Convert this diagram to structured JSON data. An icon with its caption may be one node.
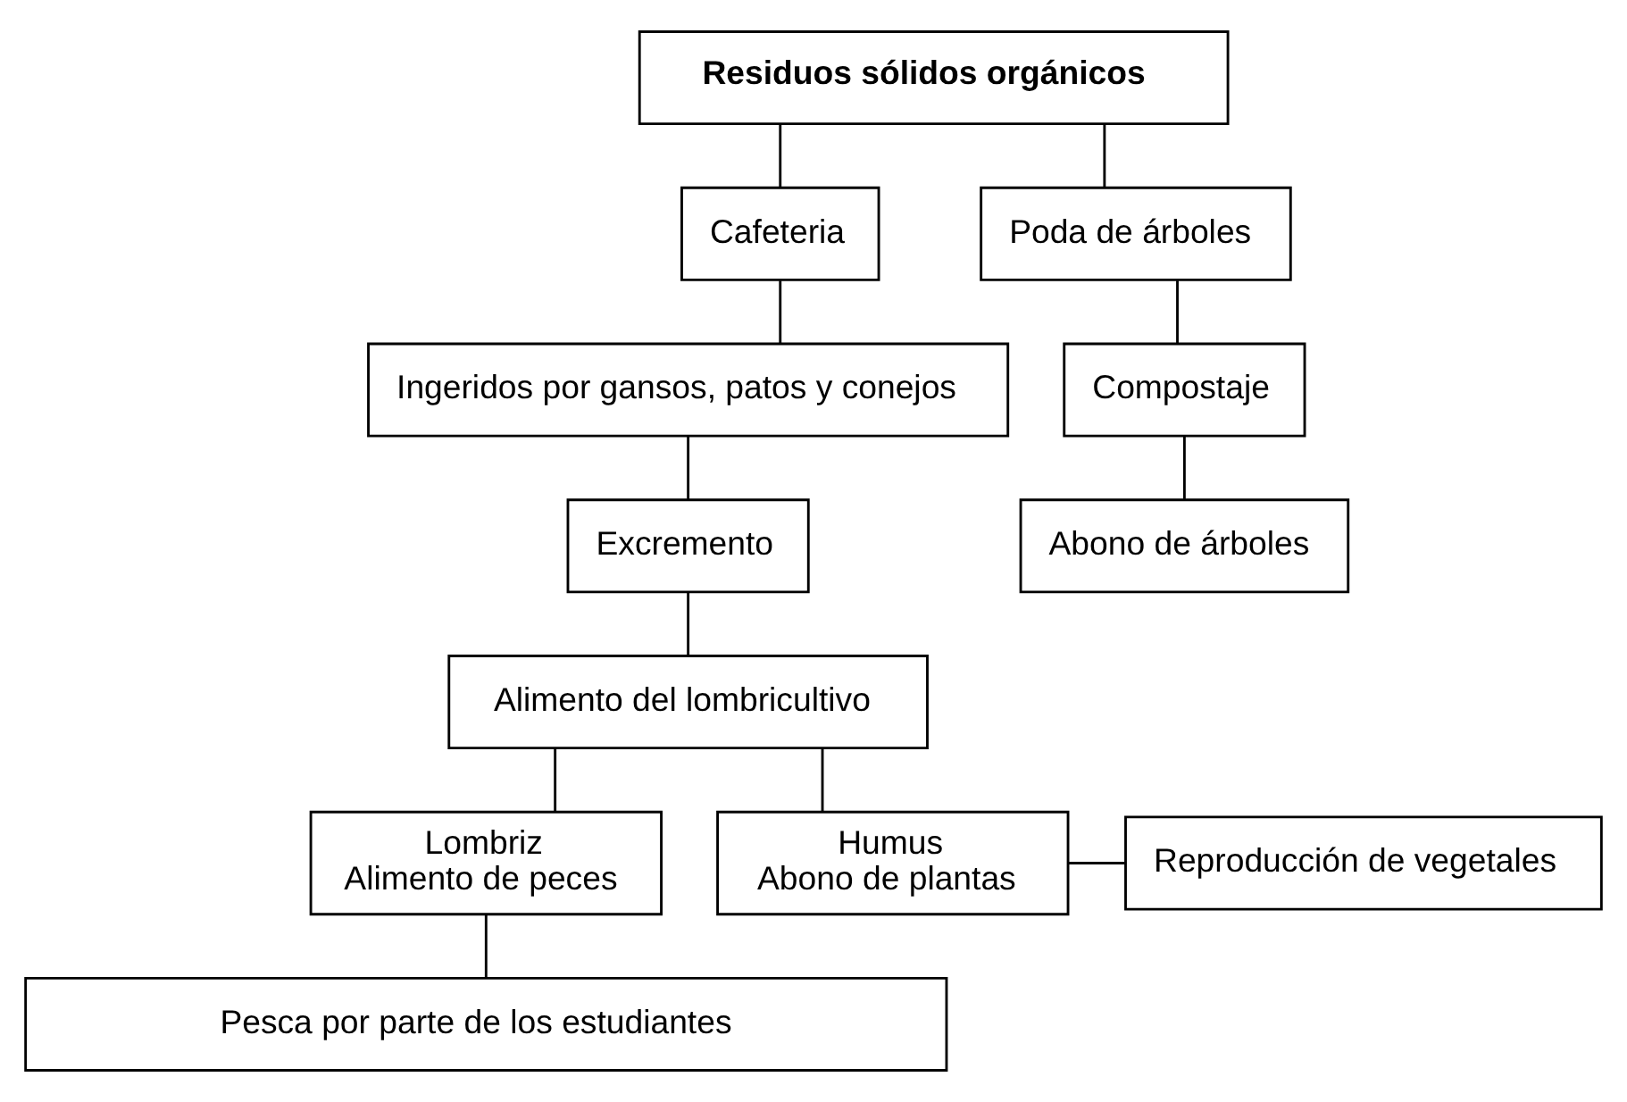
{
  "diagram": {
    "nodes": [
      {
        "text": [
          "Residuos sólidos orgánicos"
        ]
      },
      {
        "text": [
          "Cafeteria"
        ]
      },
      {
        "text": [
          "Poda de árboles"
        ]
      },
      {
        "text": [
          "Ingeridos por gansos, patos y conejos"
        ]
      },
      {
        "text": [
          "Compostaje"
        ]
      },
      {
        "text": [
          "Abono de árboles"
        ]
      },
      {
        "text": [
          "Excremento"
        ]
      },
      {
        "text": [
          "Alimento del lombricultivo"
        ]
      },
      {
        "text": [
          "Lombriz",
          "Alimento de peces"
        ]
      },
      {
        "text": [
          "Humus",
          "Abono de plantas"
        ]
      },
      {
        "text": [
          "Reproducción de vegetales"
        ]
      },
      {
        "text": [
          "Pesca por parte de los estudiantes"
        ]
      }
    ],
    "edges": [
      {
        "from": 0,
        "to": 1,
        "arrow": "none"
      },
      {
        "from": 0,
        "to": 2,
        "arrow": "none"
      },
      {
        "from": 1,
        "to": 3,
        "arrow": "none"
      },
      {
        "from": 2,
        "to": 4,
        "arrow": "none"
      },
      {
        "from": 4,
        "to": 5,
        "arrow": "none"
      },
      {
        "from": 3,
        "to": 6,
        "arrow": "none"
      },
      {
        "from": 6,
        "to": 7,
        "arrow": "none"
      },
      {
        "from": 7,
        "to": 8,
        "arrow": "none"
      },
      {
        "from": 7,
        "to": 9,
        "arrow": "none"
      },
      {
        "from": 9,
        "to": 10,
        "arrow": "none"
      },
      {
        "from": 8,
        "to": 11,
        "arrow": "none"
      }
    ]
  }
}
